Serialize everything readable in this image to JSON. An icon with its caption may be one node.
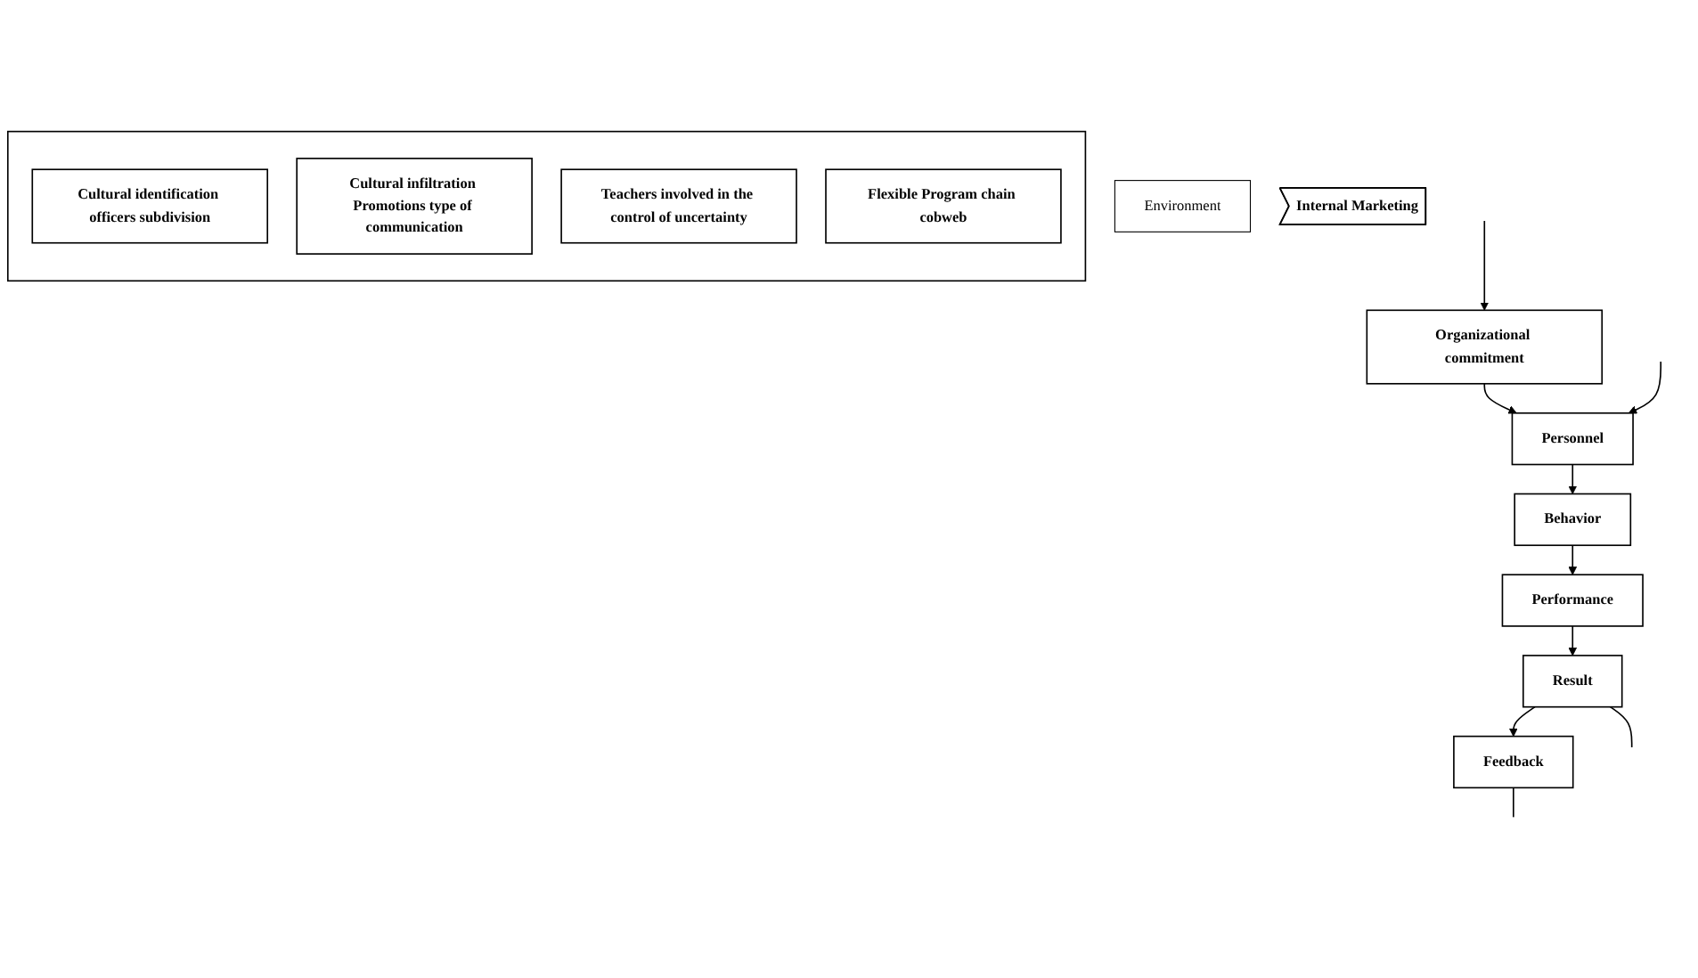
{
  "diagram": {
    "nodes": [
      {
        "text": [],
        "shape": "box"
      },
      {
        "text": [
          "Cultural identification officers subdivision"
        ],
        "in": 0
      },
      {
        "text": [
          "Cultural infiltration Promotions type of communication"
        ],
        "in": 0
      },
      {
        "text": [
          "Teachers involved in the control of uncertainty"
        ],
        "in": 0
      },
      {
        "text": [
          "Flexible Program chain cobweb"
        ],
        "in": 0
      },
      {
        "text": [
          "Environment"
        ]
      },
      {
        "text": [
          "Internal Marketing"
        ]
      },
      {
        "text": [
          "Organizational commitment"
        ]
      },
      {
        "text": [
          "Personnel"
        ]
      },
      {
        "text": [
          "Behavior"
        ]
      },
      {
        "text": [
          "Performance"
        ]
      },
      {
        "text": [
          "Result"
        ]
      },
      {
        "text": [
          "Feedback"
        ]
      }
    ],
    "edges": [
      {
        "from": 7,
        "to": 8,
        "arrow": "to"
      },
      {
        "from": 8,
        "to": 9,
        "arrow": "to"
      },
      {
        "from": 9,
        "to": 10,
        "arrow": "to"
      },
      {
        "from": 10,
        "to": 11,
        "arrow": "to"
      },
      {
        "from": 11,
        "to": 12,
        "arrow": "to"
      },
      {
        "from": null,
        "to": 7,
        "arrow": "to"
      },
      {
        "from": null,
        "to": 8,
        "arrow": "to"
      },
      {
        "from": 11,
        "to": null,
        "arrow": "none"
      },
      {
        "from": 12,
        "to": null,
        "arrow": "none"
      }
    ]
  }
}
